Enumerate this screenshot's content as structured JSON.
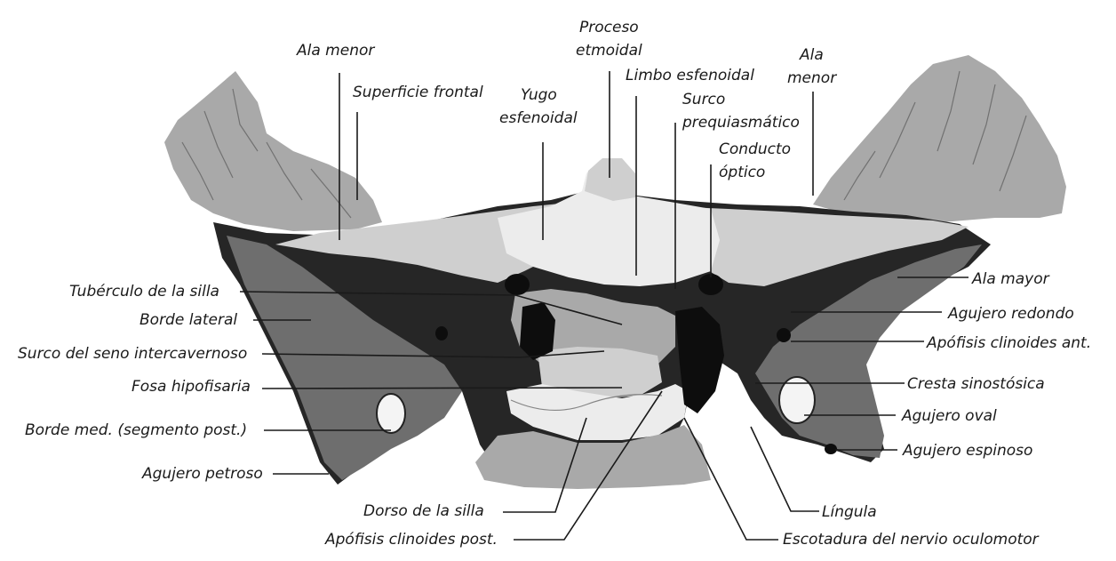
{
  "labels": {
    "ala_menor_left": "Ala menor",
    "superficie_frontal": "Superficie frontal",
    "yugo_line1": "Yugo",
    "yugo_line2": "esfenoidal",
    "proceso_line1": "Proceso",
    "proceso_line2": "etmoidal",
    "limbo": "Limbo esfenoidal",
    "surco_line1": "Surco",
    "surco_line2": "prequiasmático",
    "conducto_line1": "Conducto",
    "conducto_line2": "óptico",
    "ala_menor_right_line1": "Ala",
    "ala_menor_right_line2": "menor",
    "tuberculo": "Tubérculo de la silla",
    "borde_lateral": "Borde lateral",
    "surco_seno": "Surco del seno intercavernoso",
    "fosa": "Fosa hipofisaria",
    "borde_med": "Borde med. (segmento post.)",
    "agujero_petroso": "Agujero petroso",
    "dorso": "Dorso de la silla",
    "apofisis_post": "Apófisis clinoides post.",
    "ala_mayor": "Ala mayor",
    "agujero_redondo": "Agujero redondo",
    "apofisis_ant": "Apófisis clinoides ant.",
    "cresta": "Cresta sinostósica",
    "agujero_oval": "Agujero oval",
    "agujero_espinoso": "Agujero espinoso",
    "lingula": "Língula",
    "escotadura": "Escotadura del nervio oculomotor"
  }
}
